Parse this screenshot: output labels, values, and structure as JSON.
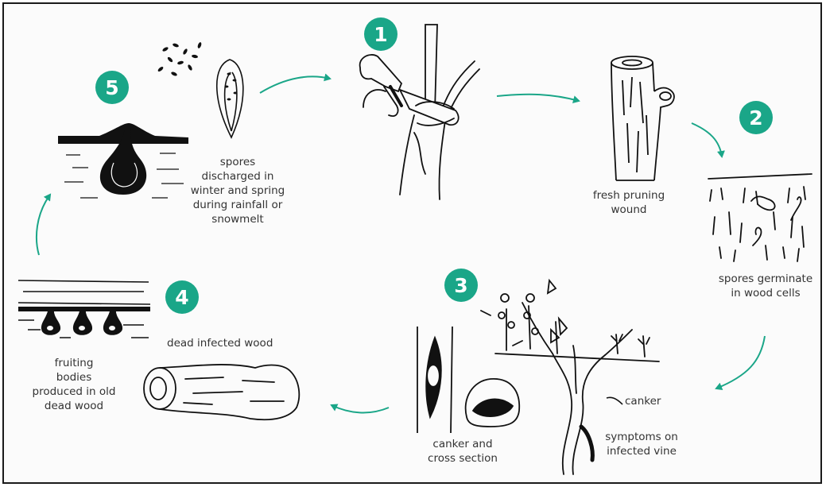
{
  "colors": {
    "accent": "#1aa688",
    "ink": "#111111",
    "text": "#333333",
    "frame": "#1a1a1a"
  },
  "stages": [
    {
      "number": "1",
      "caption": ""
    },
    {
      "number": "2",
      "caption": "spores germinate\nin wood cells"
    },
    {
      "number": "3",
      "caption": "canker and\ncross section"
    },
    {
      "number": "4",
      "caption": "dead infected wood"
    },
    {
      "number": "5",
      "caption": "spores\ndischarged in\nwinter and spring\nduring rainfall or\nsnowmelt"
    }
  ],
  "captions": {
    "wound": "fresh pruning\nwound",
    "canker": "canker",
    "symptoms": "symptoms on\ninfected vine",
    "fruiting": "fruiting\nbodies\nproduced in old\ndead wood"
  },
  "icons": [
    "pruning-shears-icon",
    "vine-stump-icon",
    "wood-cells-icon",
    "vine-plant-icon",
    "canker-section-icon",
    "dead-wood-log-icon",
    "fruiting-bodies-icon",
    "perithecium-icon",
    "ascus-icon",
    "spores-icon",
    "cycle-arrow-icon"
  ]
}
